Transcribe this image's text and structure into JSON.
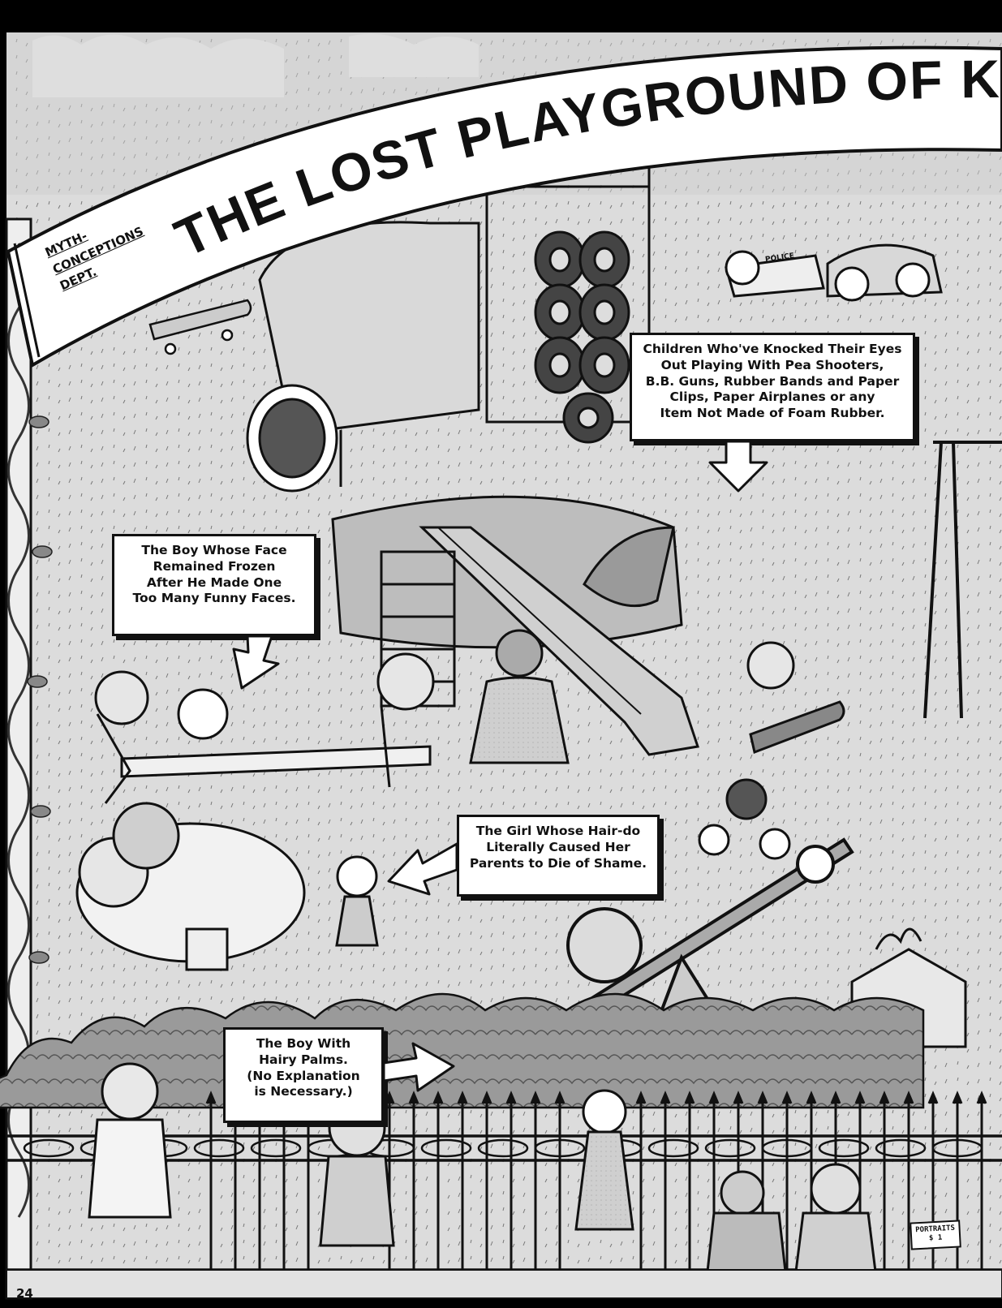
{
  "title": "THE LOST PLAYGROUND OF KIDS YOUR",
  "department": [
    "MYTH-",
    "CONCEPTIONS",
    "DEPT."
  ],
  "captions": {
    "eyes": [
      "Children Who've Knocked Their Eyes",
      "Out Playing With Pea Shooters,",
      "B.B. Guns, Rubber Bands and Paper",
      "Clips, Paper Airplanes or any",
      "Item Not Made of Foam Rubber."
    ],
    "face": [
      "The Boy Whose Face",
      "Remained Frozen",
      "After He Made One",
      "Too Many Funny Faces."
    ],
    "hair": [
      "The Girl Whose Hair-do",
      "Literally Caused Her",
      "Parents to Die of Shame."
    ],
    "palms": [
      "The Boy With",
      "Hairy Palms.",
      "(No Explanation",
      "is Necessary.)"
    ]
  },
  "signs": {
    "police": "POLICE",
    "portraits": [
      "PORTRAITS",
      "$ 1"
    ]
  },
  "page_number": "24"
}
